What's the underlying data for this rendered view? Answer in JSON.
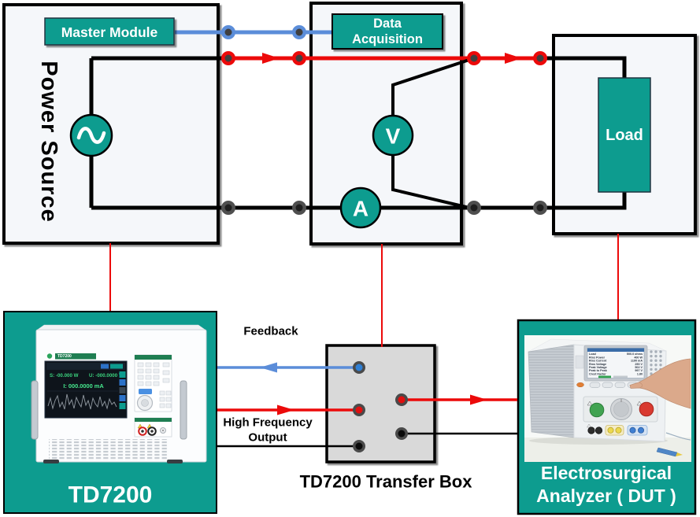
{
  "colors": {
    "teal": "#0D9C8F",
    "wire_red": "#EC0A0A",
    "wire_blue": "#5B8DD9",
    "wire_black": "#000000",
    "box_fill": "#F5F7FA",
    "transfer_box_fill": "#D9D9D9"
  },
  "power_source": {
    "label": "Power Source",
    "master_module": "Master Module"
  },
  "data_acquisition": {
    "line1": "Data",
    "line2": "Acquisition"
  },
  "meters": {
    "voltmeter": "V",
    "ammeter": "A"
  },
  "load": {
    "label": "Load"
  },
  "links": {
    "feedback": "Feedback",
    "high_frequency_line1": "High Frequency",
    "high_frequency_line2": "Output"
  },
  "transfer_box": {
    "label": "TD7200 Transfer Box"
  },
  "td7200": {
    "label": "TD7200",
    "header": "TD7200",
    "screen": {
      "line1": "S: -00.000 W",
      "line2": "U: -000.0000 V",
      "line3": "I: 000.0000 mA"
    }
  },
  "analyzer": {
    "label_line1": "Electrosurgical",
    "label_line2": "Analyzer ( DUT )",
    "screen_rows": [
      {
        "label": "Load",
        "value": "500.0 ohms"
      },
      {
        "label": "Rms Power",
        "value": "400 W"
      },
      {
        "label": "Rms Current",
        "value": "1190 mA"
      },
      {
        "label": "Rms Voltage",
        "value": "250 V"
      },
      {
        "label": "Peak Voltage",
        "value": "502 V"
      },
      {
        "label": "Peak to Peak",
        "value": "997 V"
      },
      {
        "label": "Crest Factor",
        "value": "1.80"
      }
    ]
  }
}
